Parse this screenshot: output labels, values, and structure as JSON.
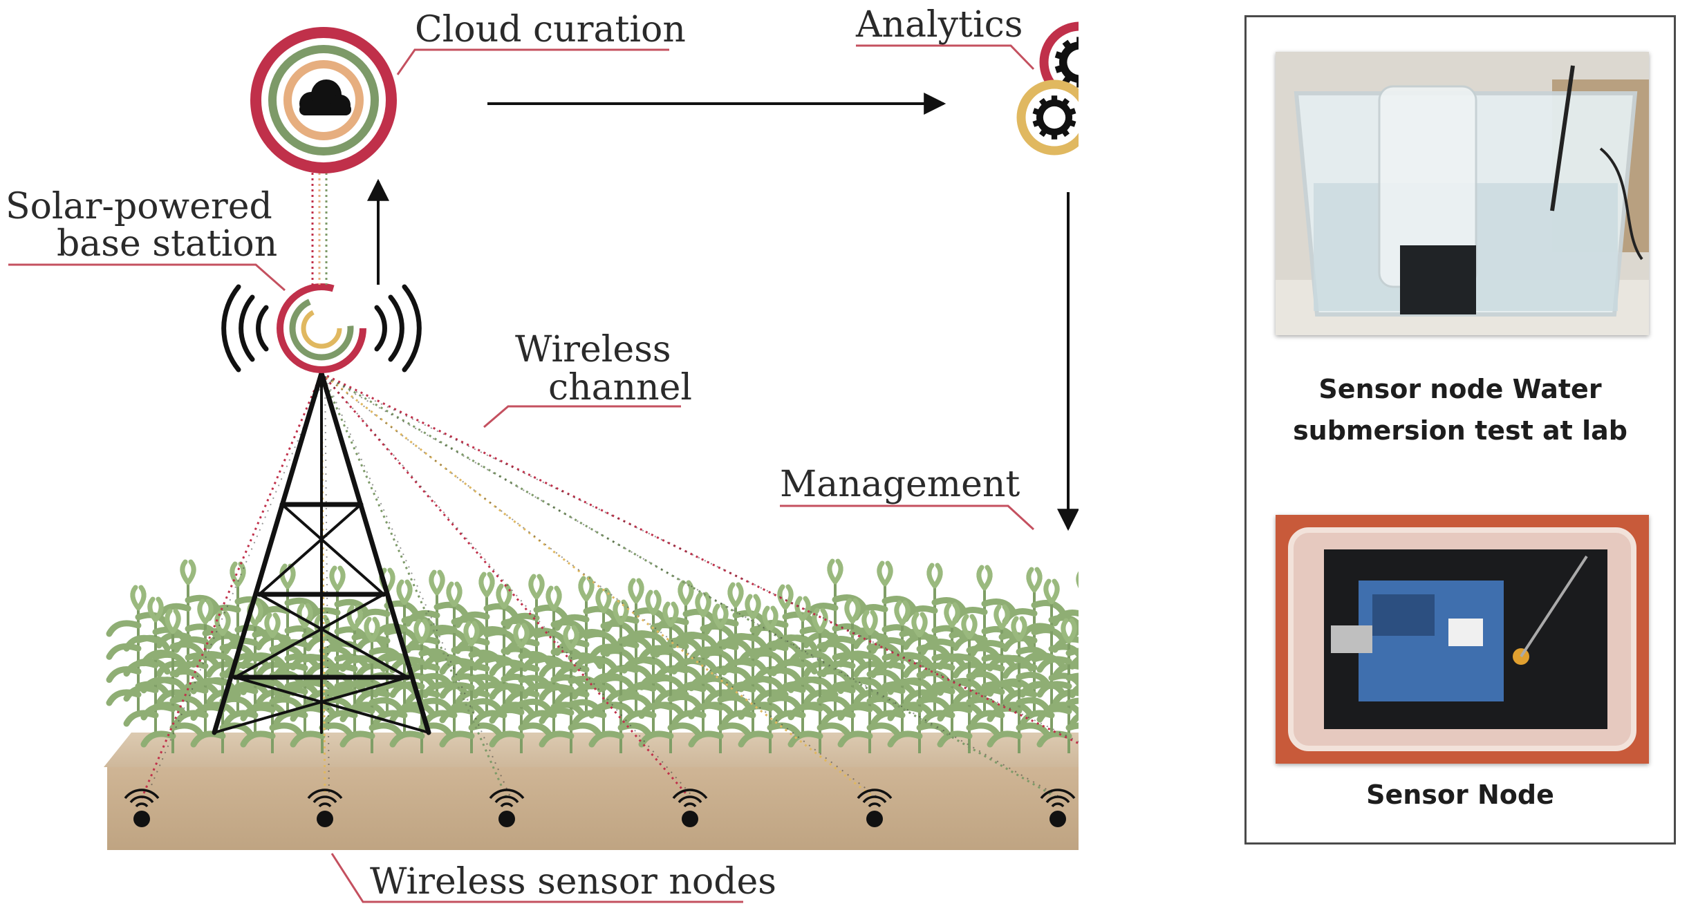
{
  "diagram": {
    "labels": {
      "cloud_curation": "Cloud curation",
      "analytics": "Analytics",
      "base_station_line1": "Solar-powered",
      "base_station_line2": "base station",
      "wireless_channel_line1": "Wireless",
      "wireless_channel_line2": "channel",
      "management": "Management",
      "wireless_sensor_nodes": "Wireless sensor nodes"
    },
    "colors": {
      "red": "#c0304a",
      "green": "#7d9a68",
      "orange": "#e6ae7f",
      "yellow": "#e0b860",
      "soil": "#cbb190",
      "crop": "#8fae74",
      "label_underline": "#c4505f"
    },
    "icons": [
      "cloud-icon",
      "gear-icon",
      "signal-wave-icon",
      "tower-icon",
      "sensor-node-icon"
    ]
  },
  "panel": {
    "photo1_caption_line1": "Sensor node Water",
    "photo1_caption_line2": "submersion test at lab",
    "photo2_caption": "Sensor Node"
  }
}
